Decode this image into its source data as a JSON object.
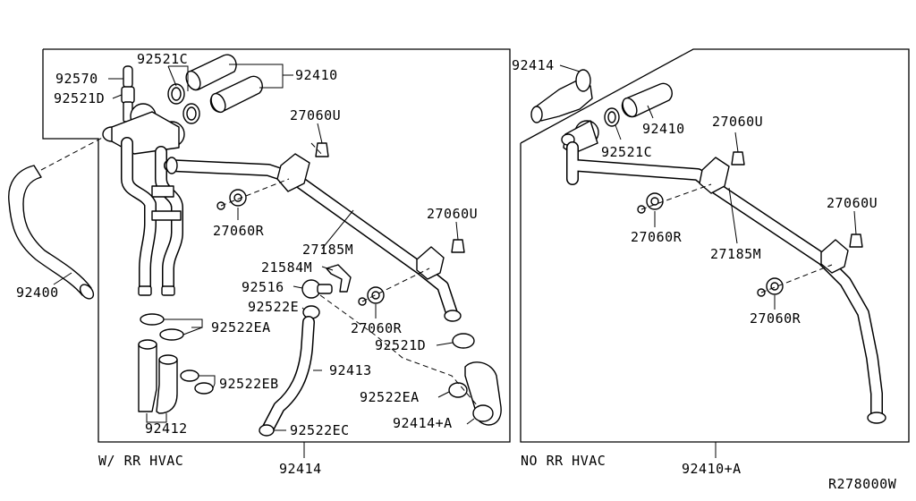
{
  "diagram": {
    "left_section": {
      "caption": "W/ RR HVAC",
      "bottom_part": "92414",
      "labels": {
        "p92570": "92570",
        "p92521D_top": "92521D",
        "p92521C": "92521C",
        "p92410": "92410",
        "p27060U_a": "27060U",
        "p27060R_a": "27060R",
        "p27185M": "27185M",
        "p27060U_b": "27060U",
        "p21584M": "21584M",
        "p92516": "92516",
        "p92522E": "92522E",
        "p27060R_b": "27060R",
        "p92521D_bot": "92521D",
        "p92522EA_a": "92522EA",
        "p92413": "92413",
        "p92522EB": "92522EB",
        "p92522EA_b": "92522EA",
        "p92414A": "92414+A",
        "p92412": "92412",
        "p92522EC": "92522EC"
      }
    },
    "outside": {
      "p92400": "92400"
    },
    "right_section": {
      "caption": "NO RR HVAC",
      "bottom_part": "92410+A",
      "labels": {
        "p92414": "92414",
        "p92410": "92410",
        "p92521C": "92521C",
        "p27060U_a": "27060U",
        "p27060R_a": "27060R",
        "p27185M": "27185M",
        "p27060U_b": "27060U",
        "p27060R_b": "27060R"
      }
    },
    "ref_code": "R278000W"
  }
}
